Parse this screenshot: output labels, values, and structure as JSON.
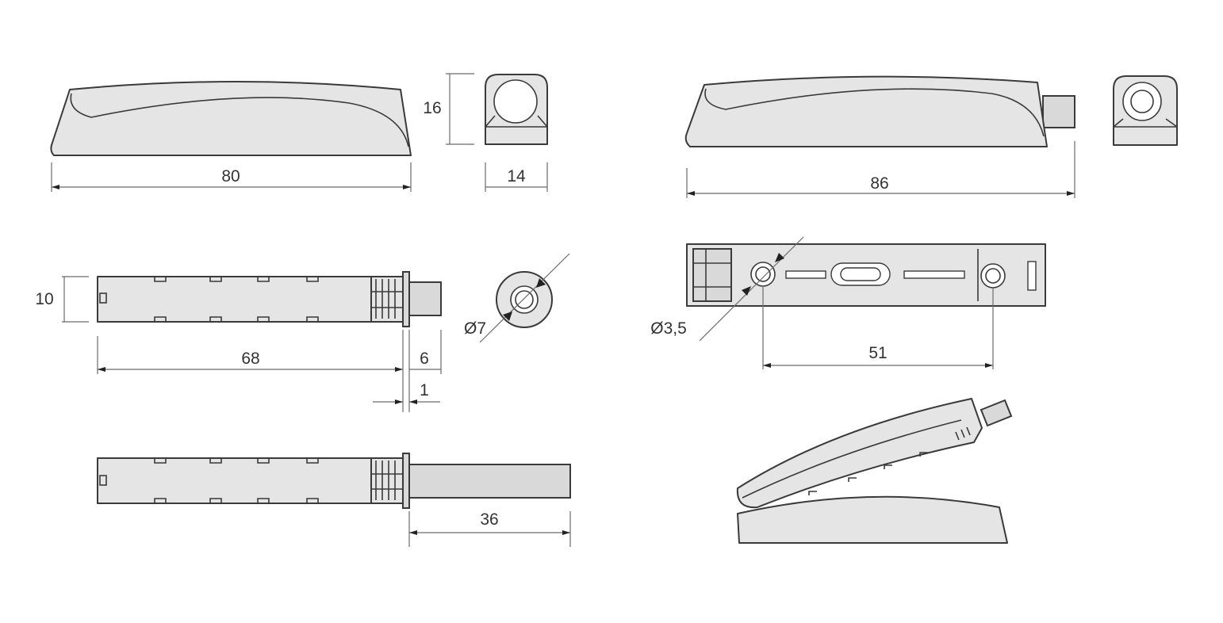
{
  "dimensions": {
    "length_housing": "80",
    "height_housing": "16",
    "width_housing": "14",
    "length_housing_with_plunger": "86",
    "height_body": "10",
    "length_body": "68",
    "plunger_retracted": "6",
    "flange": "1",
    "plunger_extended": "36",
    "diameter_plunger": "Ø7",
    "diameter_screw_hole": "Ø3,5",
    "hole_spacing": "51"
  },
  "colors": {
    "part_fill": "#e5e5e5",
    "outline": "#3a3a3a",
    "dimension_line": "#6b6b6b"
  }
}
